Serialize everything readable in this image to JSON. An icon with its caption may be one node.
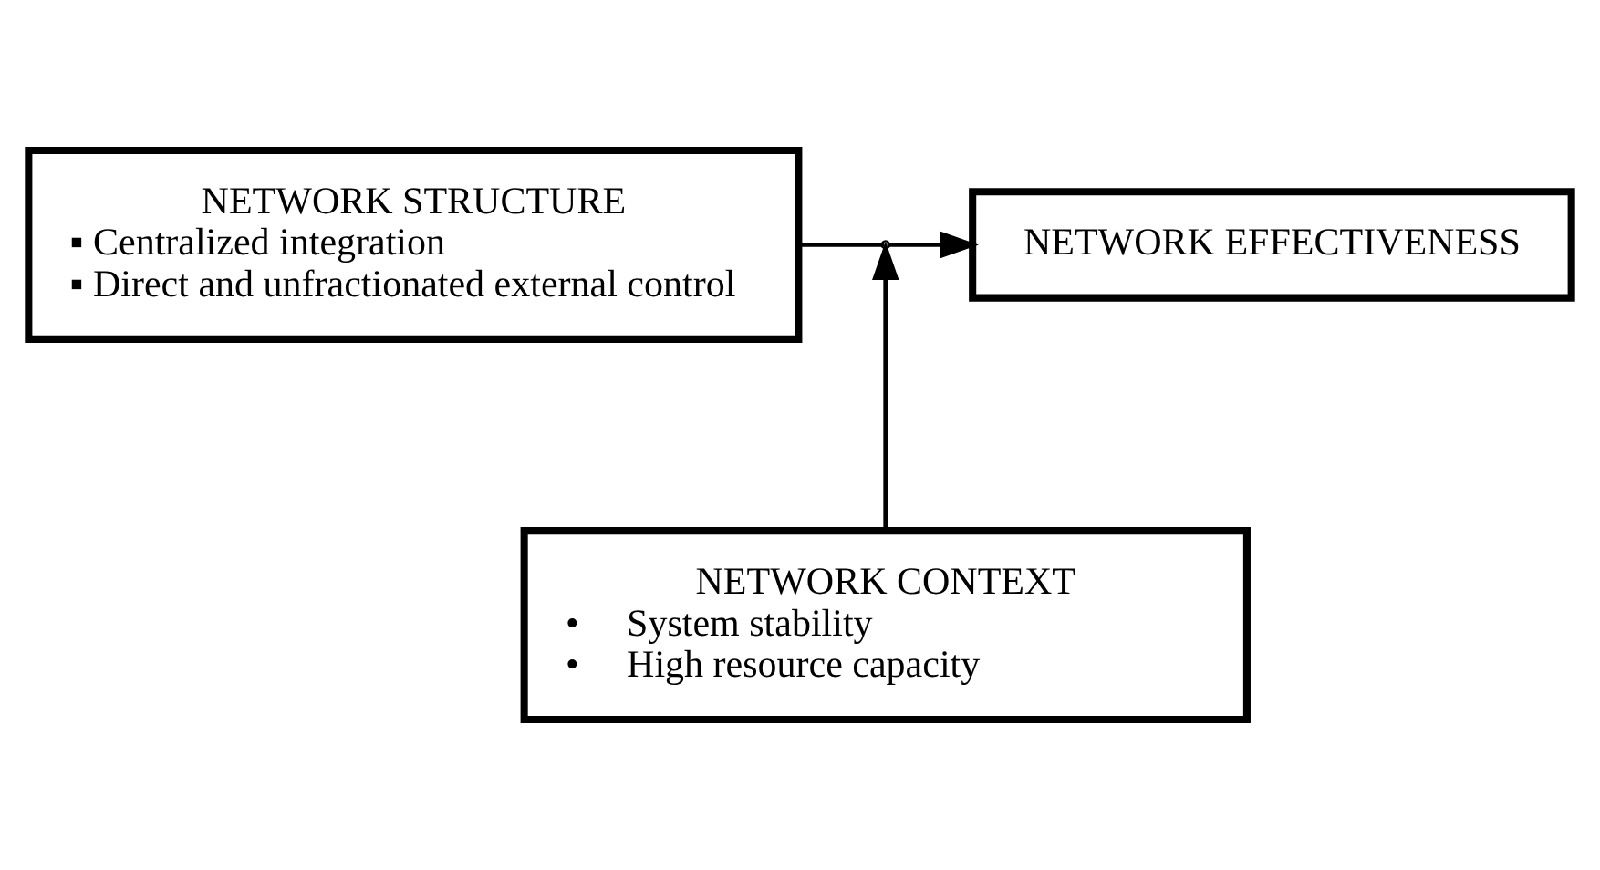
{
  "diagram": {
    "nodes": [
      {
        "text": [
          "NETWORK STRUCTURE",
          "▪ Centralized integration",
          "▪ Direct and unfractionated external control"
        ]
      },
      {
        "text": [
          "NETWORK EFFECTIVENESS"
        ]
      },
      {
        "text": [
          "NETWORK CONTEXT",
          "•     System stability",
          "•     High resource capacity"
        ]
      }
    ],
    "edges": [
      {
        "from": 0,
        "to": 1,
        "arrow": "to"
      },
      {
        "from": 2,
        "to": null,
        "arrow": "to"
      }
    ]
  }
}
